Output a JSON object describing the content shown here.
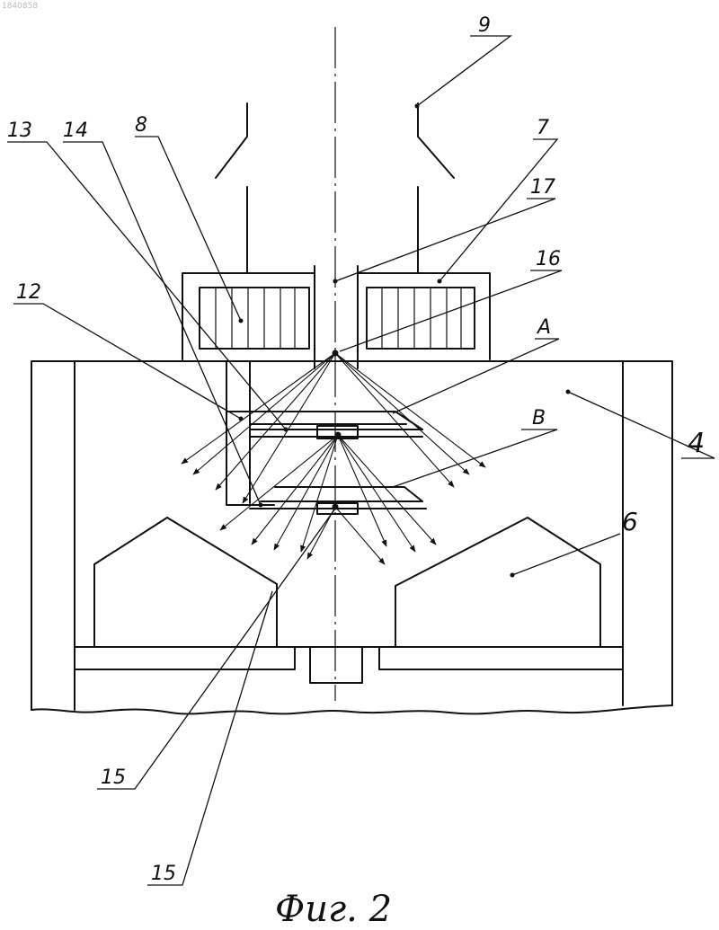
{
  "doc_id": "1840858",
  "caption": "Фиг. 2",
  "labels": {
    "l9": "9",
    "l13": "13",
    "l14": "14",
    "l8": "8",
    "l7": "7",
    "l17": "17",
    "l16": "16",
    "l12": "12",
    "lA": "A",
    "l4": "4",
    "lB": "B",
    "l6": "6",
    "l15a": "15",
    "l15b": "15"
  }
}
